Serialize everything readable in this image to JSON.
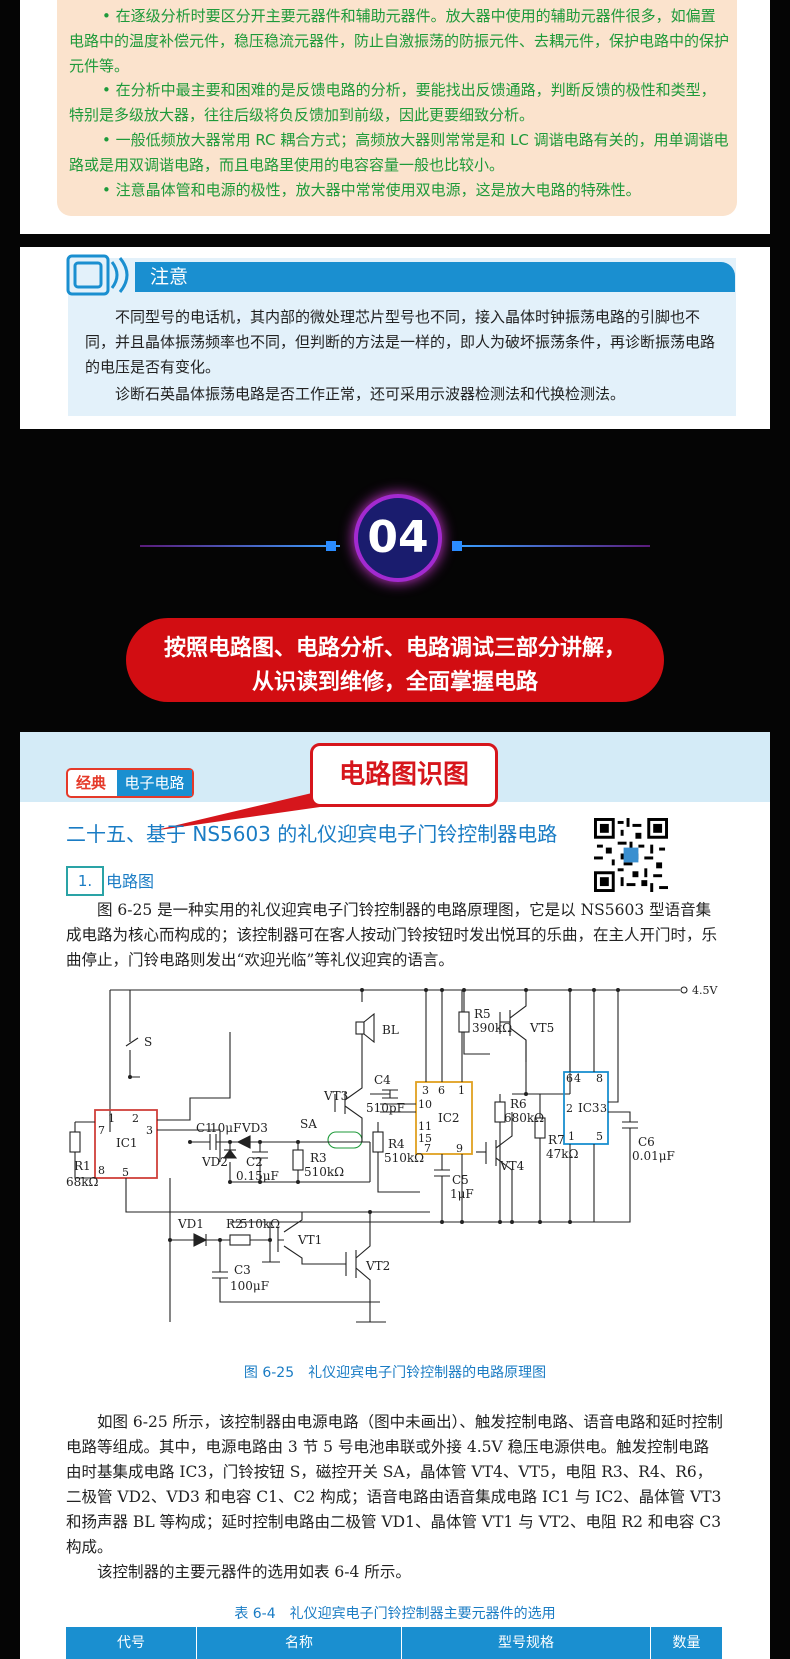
{
  "tips": [
    "• 在逐级分析时要区分开主要元器件和辅助元器件。放大器中使用的辅助元器件很多，如偏置电路中的温度补偿元件，稳压稳流元器件，防止自激振荡的防振元件、去耦元件，保护电路中的保护元件等。",
    "• 在分析中最主要和困难的是反馈电路的分析，要能找出反馈通路，判断反馈的极性和类型，特别是多级放大器，往往后级将负反馈加到前级，因此更要细致分析。",
    "• 一般低频放大器常用 RC 耦合方式；高频放大器则常常是和 LC 调谐电路有关的，用单调谐电路或是用双调谐电路，而且电路里使用的电容容量一般也比较小。",
    "• 注意晶体管和电源的极性，放大器中常常使用双电源，这是放大电路的特殊性。"
  ],
  "note": {
    "title": "注意",
    "paragraphs": [
      "不同型号的电话机，其内部的微处理芯片型号也不同，接入晶体时钟振荡电路的引脚也不同，并且晶体振荡频率也不同，但判断的方法是一样的，即人为破坏振荡条件，再诊断振荡电路的电压是否有变化。",
      "诊断石英晶体振荡电路是否工作正常，还可采用示波器检测法和代换检测法。"
    ]
  },
  "feature": {
    "number": "04",
    "line1": "按照电路图、电路分析、电路调试三部分讲解，",
    "line2": "从识读到维修，全面掌握电路"
  },
  "page": {
    "tag_left": "经典",
    "tag_right": "电子电路",
    "callout": "电路图识图",
    "section_title": "二十五、基于 NS5603 的礼仪迎宾电子门铃控制器电路",
    "sub_number": "1.",
    "sub_title": "电路图",
    "intro": "图 6-25 是一种实用的礼仪迎宾电子门铃控制器的电路原理图，它是以 NS5603 型语音集成电路为核心而构成的；该控制器可在客人按动门铃按钮时发出悦耳的乐曲，在主人开门时，乐曲停止，门铃电路则发出“欢迎光临”等礼仪迎宾的语言。",
    "figure_caption": "图 6-25　礼仪迎宾电子门铃控制器的电路原理图",
    "para1": "如图 6-25 所示，该控制器由电源电路（图中未画出）、触发控制电路、语音电路和延时控制电路等组成。其中，电源电路由 3 节 5 号电池串联或外接 4.5V 稳压电源供电。触发控制电路由时基集成电路 IC3，门铃按钮 S，磁控开关 SA，晶体管 VT4、VT5，电阻 R3、R4、R6，二极管 VD2、VD3 和电容 C1、C2 构成；语音电路由语音集成电路 IC1 与 IC2、晶体管 VT3 和扬声器 BL 等构成；延时控制电路由二极管 VD1、晶体管 VT1 与 VT2、电阻 R2 和电容 C3 构成。",
    "para2": "该控制器的主要元器件的选用如表 6-4 所示。",
    "table_caption": "表 6-4　礼仪迎宾电子门铃控制器主要元器件的选用",
    "table_headers": [
      "代号",
      "名称",
      "型号规格",
      "数量"
    ]
  },
  "circuit_labels": {
    "supply": "4.5V",
    "switch": "S",
    "ic1": "IC1",
    "ic1_pins": [
      "1",
      "2",
      "3",
      "7",
      "8",
      "5"
    ],
    "r1": "R1",
    "r1_val": "68kΩ",
    "c1": "C1",
    "c1_val": "10μF",
    "vd3": "VD3",
    "vd2": "VD2",
    "c2": "C2",
    "c2_val": "0.15μF",
    "r3": "R3",
    "r3_val": "510kΩ",
    "sa": "SA",
    "vt3": "VT3",
    "bl": "BL",
    "c4": "C4",
    "c4_val": "510pF",
    "r4": "R4",
    "r4_val": "510kΩ",
    "ic2": "IC2",
    "ic2_pins": [
      "3",
      "6",
      "1",
      "10",
      "11",
      "15",
      "7",
      "9"
    ],
    "c5": "C5",
    "c5_val": "1μF",
    "r5": "R5",
    "r5_val": "390kΩ",
    "vt5": "VT5",
    "r6": "R6",
    "r6_val": "680kΩ",
    "vt4": "VT4",
    "r7": "R7",
    "r7_val": "47kΩ",
    "ic3": "IC3",
    "ic3_pins": [
      "6",
      "4",
      "8",
      "2",
      "3",
      "1",
      "5"
    ],
    "c6": "C6",
    "c6_val": "0.01μF",
    "vd1": "VD1",
    "r2": "R2",
    "r2_val": "510kΩ",
    "vt1": "VT1",
    "vt2": "VT2",
    "c3": "C3",
    "c3_val": "100μF"
  }
}
